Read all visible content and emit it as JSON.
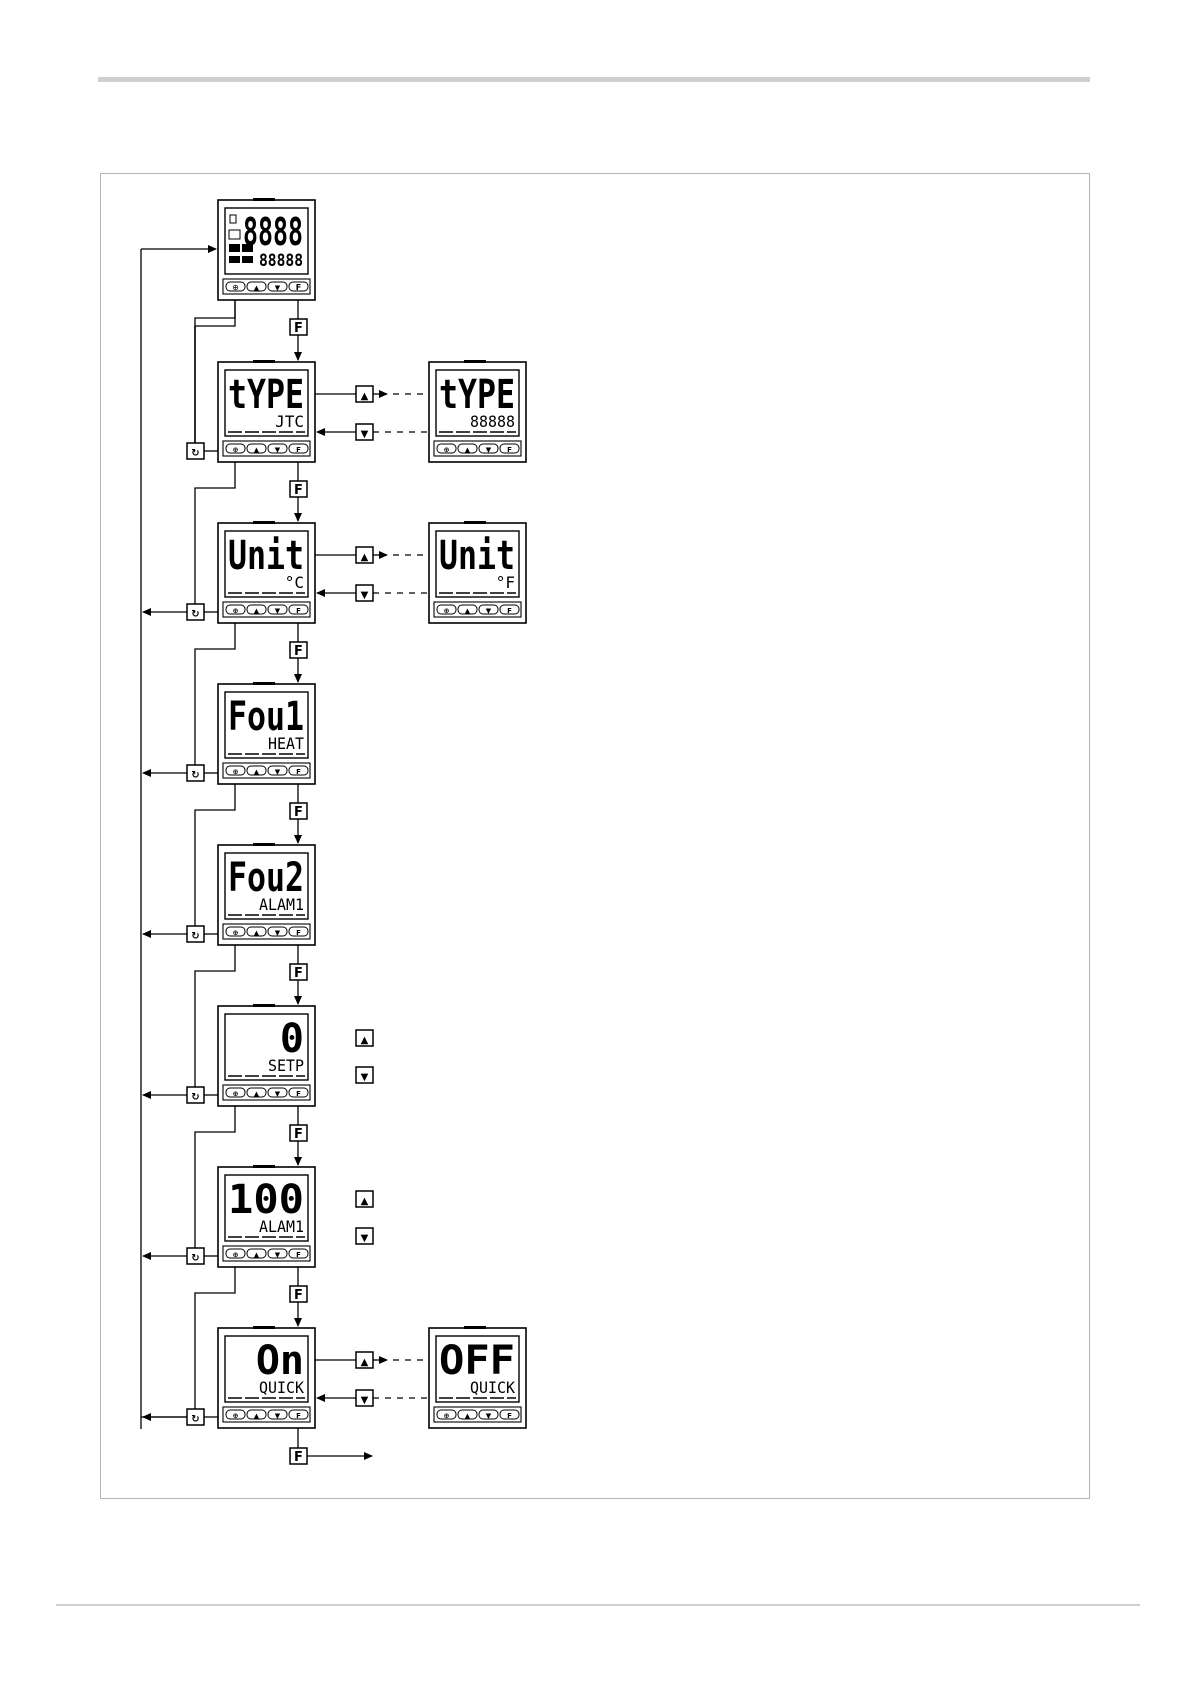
{
  "keys": {
    "function": "F",
    "up": "▲",
    "down": "▼",
    "scroll": "↻",
    "panel_buttons": [
      "⊕",
      "▲",
      "▼",
      "F"
    ]
  },
  "home_display": {
    "upper": "8888",
    "lower": "88888"
  },
  "screens": [
    {
      "id": "type",
      "upper": "tYPE",
      "lower": "JTC",
      "alt_upper": "tYPE",
      "alt_lower": "88888"
    },
    {
      "id": "unit",
      "upper": "Unit",
      "lower": "°C",
      "alt_upper": "Unit",
      "alt_lower": "°F"
    },
    {
      "id": "fou1",
      "upper": "Fou1",
      "lower": "HEAT"
    },
    {
      "id": "fou2",
      "upper": "Fou2",
      "lower": "ALAM1"
    },
    {
      "id": "setp",
      "upper": "0",
      "lower": "SETP"
    },
    {
      "id": "alarm",
      "upper": "100",
      "lower": "ALAM1"
    },
    {
      "id": "quick",
      "upper": "On",
      "lower": "QUICK",
      "alt_upper": "OFF",
      "alt_lower": "QUICK"
    }
  ]
}
